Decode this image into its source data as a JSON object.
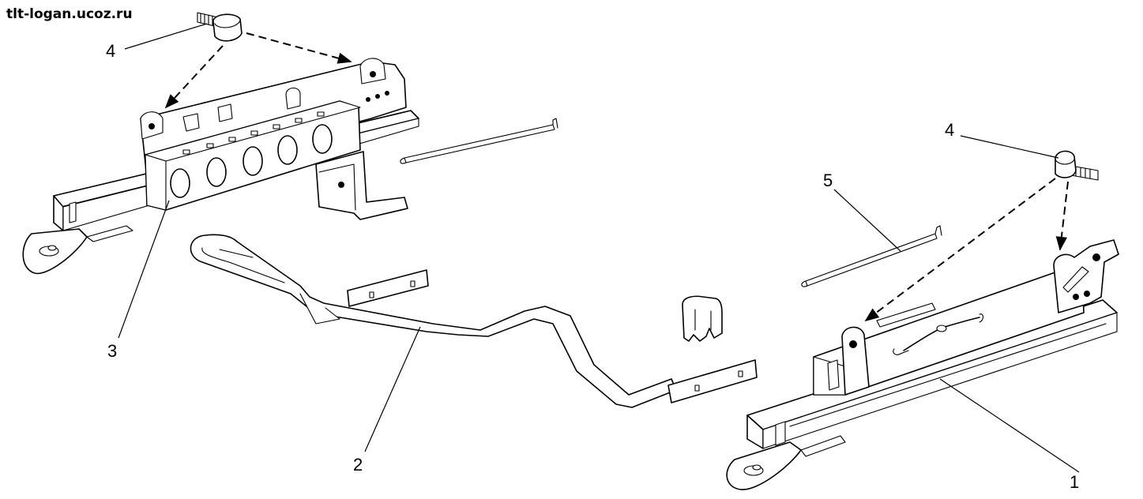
{
  "watermark": "tlt-logan.ucoz.ru",
  "callouts": {
    "c1": "1",
    "c2": "2",
    "c3": "3",
    "c4a": "4",
    "c4b": "4",
    "c5": "5"
  },
  "colors": {
    "ink": "#000000",
    "paper": "#ffffff"
  }
}
